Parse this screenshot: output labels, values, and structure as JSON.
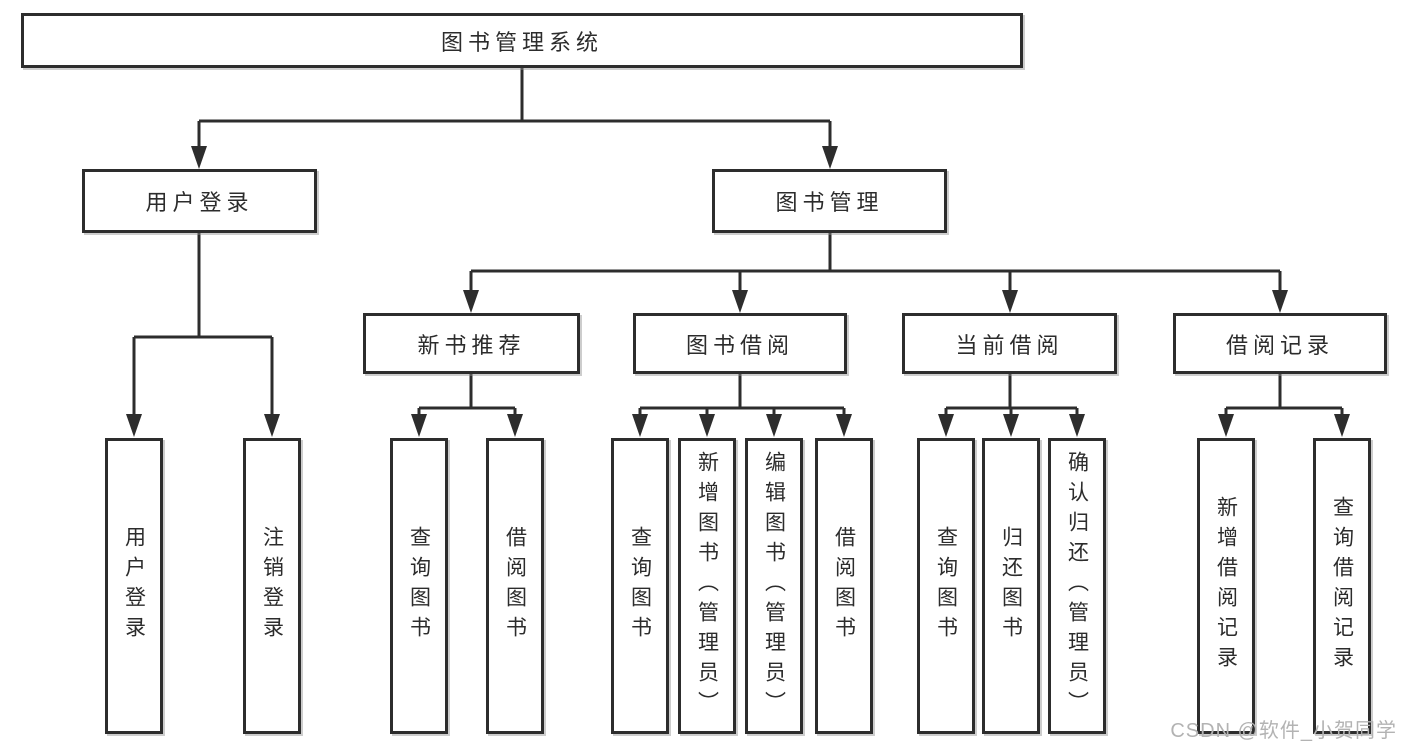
{
  "diagram": {
    "root": {
      "label": "图书管理系统"
    },
    "branches": [
      {
        "label": "用户登录",
        "children": [
          {
            "label": "用户登录"
          },
          {
            "label": "注销登录"
          }
        ]
      },
      {
        "label": "图书管理",
        "children": [
          {
            "label": "新书推荐",
            "children": [
              {
                "label": "查询图书"
              },
              {
                "label": "借阅图书"
              }
            ]
          },
          {
            "label": "图书借阅",
            "children": [
              {
                "label": "查询图书"
              },
              {
                "label": "新增图书（管理员）"
              },
              {
                "label": "编辑图书（管理员）"
              },
              {
                "label": "借阅图书"
              }
            ]
          },
          {
            "label": "当前借阅",
            "children": [
              {
                "label": "查询图书"
              },
              {
                "label": "归还图书"
              },
              {
                "label": "确认归还（管理员）"
              }
            ]
          },
          {
            "label": "借阅记录",
            "children": [
              {
                "label": "新增借阅记录"
              },
              {
                "label": "查询借阅记录"
              }
            ]
          }
        ]
      }
    ]
  },
  "watermark": {
    "text": "CSDN @软件_小贺同学"
  },
  "colors": {
    "line": "#2d2d2d",
    "text": "#2c2c2c",
    "watermark": "#b3b3b3",
    "background": "#ffffff"
  }
}
